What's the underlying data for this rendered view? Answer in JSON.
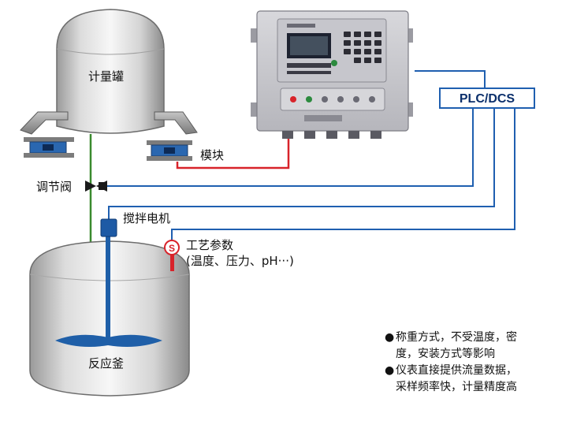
{
  "labels": {
    "measuring_tank": "计量罐",
    "module": "模块",
    "control_valve": "调节阀",
    "stirring_motor": "搅拌电机",
    "process_params_title": "工艺参数",
    "process_params_detail": "(温度、压力、pH···)",
    "reactor": "反应釜",
    "plc_dcs": "PLC/DCS",
    "sensor_symbol": "S"
  },
  "notes": [
    {
      "bullet": "●",
      "lines": [
        "称重方式，不受温度，密",
        "度，安装方式等影响"
      ]
    },
    {
      "bullet": "●",
      "lines": [
        "仪表直接提供流量数据，",
        "采样频率快，计量精度高"
      ]
    }
  ],
  "icons": [
    "weighing-terminal-icon",
    "load-cell-module-icon",
    "valve-icon",
    "motor-icon",
    "agitator-icon",
    "sensor-icon"
  ],
  "colors": {
    "signal_line": "#1f5fb0",
    "module_cable": "#d8232a",
    "pipe": "#3a8a2e",
    "vessel_light": "#f2f2f2",
    "vessel_dark": "#8e8e8e",
    "agitator": "#1f5fa8",
    "plc_border": "#1f5fb0",
    "plc_text": "#0b2f6b"
  }
}
